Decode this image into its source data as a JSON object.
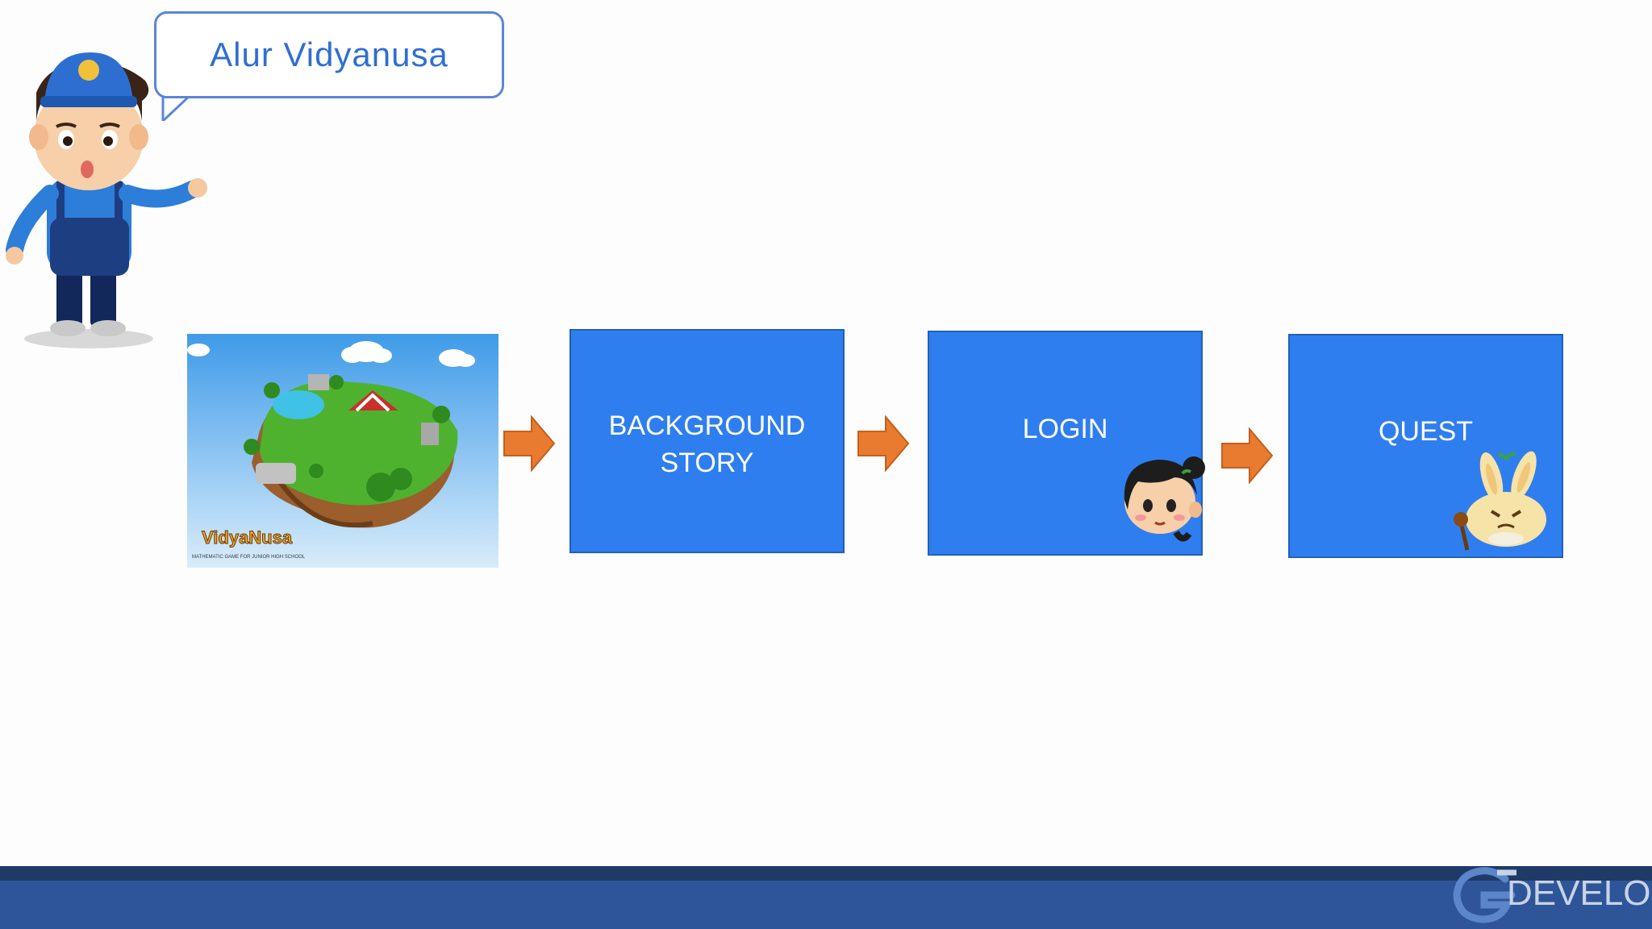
{
  "header": {
    "title": "Alur Vidyanusa"
  },
  "flow": {
    "steps": [
      {
        "line1": "BACKGROUND",
        "line2": "STORY"
      },
      {
        "line1": "LOGIN"
      },
      {
        "line1": "QUEST"
      }
    ]
  },
  "island_image": {
    "logo_text": "VidyaNusa",
    "tagline": "MATHEMATIC GAME FOR JUNIOR HIGH SCHOOL"
  },
  "footer": {
    "brand_text": "DEVELOP"
  },
  "colors": {
    "box_fill": "#2f7eef",
    "arrow_fill": "#e87b2f",
    "title_text": "#2f6fd0",
    "footer_bar": "#2e5598"
  },
  "icons": [
    "mascot-boy-illustration",
    "girl-character-icon",
    "bunny-character-icon",
    "right-arrow-icon",
    "gdevelop-logo-icon"
  ]
}
